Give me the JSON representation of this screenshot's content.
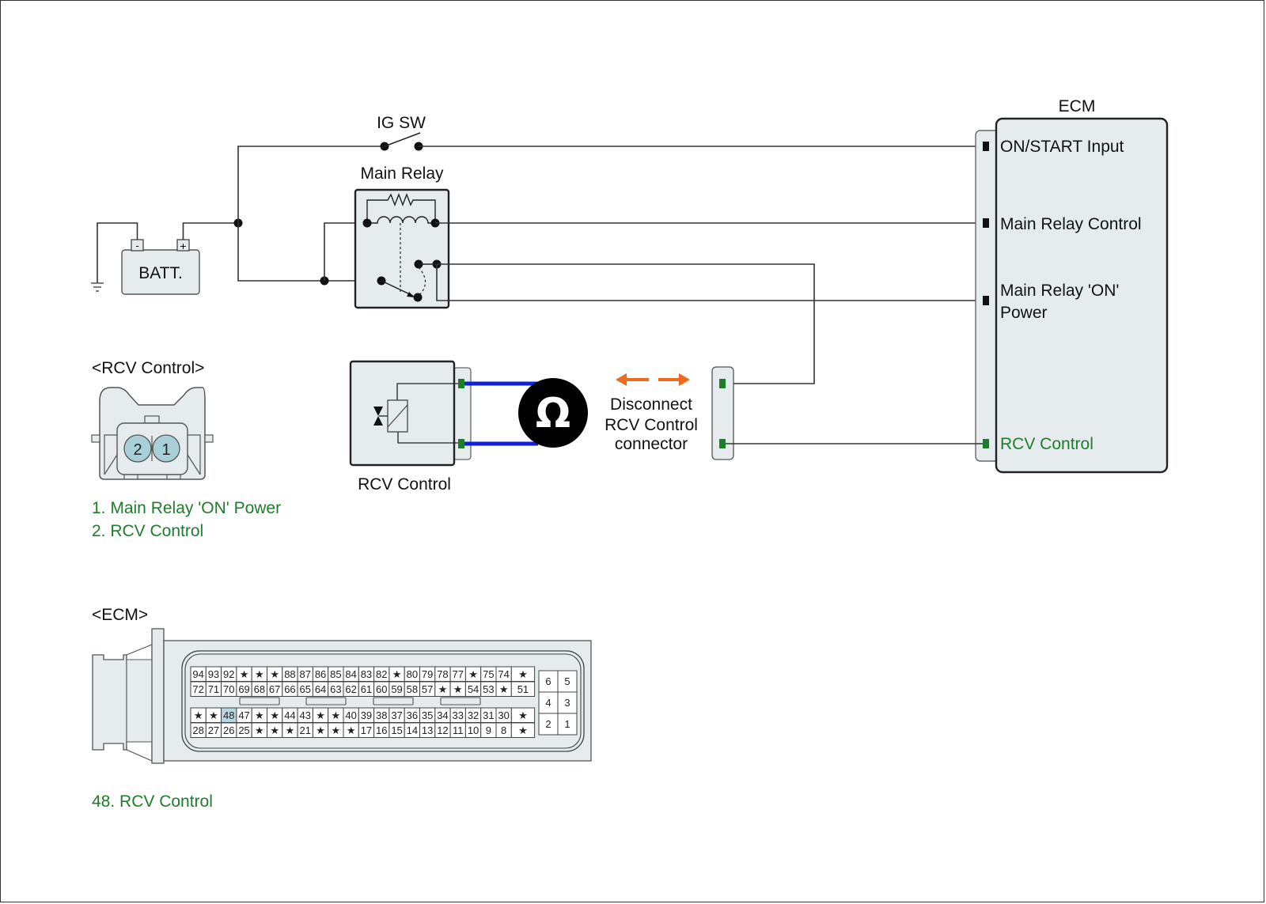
{
  "diagram": {
    "ig_switch_label": "IG SW",
    "main_relay_label": "Main Relay",
    "battery_label": "BATT.",
    "battery_minus": "-",
    "battery_plus": "+",
    "ecm_label": "ECM",
    "ecm_pins": [
      {
        "label": "ON/START Input",
        "color": "#111111"
      },
      {
        "label": "Main Relay Control",
        "color": "#111111"
      },
      {
        "label_line1": "Main Relay 'ON'",
        "label_line2": "Power",
        "color": "#111111"
      },
      {
        "label": "RCV Control",
        "color": "#1e7d2a"
      }
    ],
    "rcv_component_label": "RCV Control",
    "ohmmeter_symbol": "Ω",
    "disconnect_note": [
      "Disconnect",
      "RCV Control",
      "connector"
    ],
    "wire_colors": {
      "meter_leads": "#1020e0",
      "arrows": "#f06a1e",
      "pin_green": "#1e7d2a"
    }
  },
  "rcv_connector": {
    "title": "<RCV Control>",
    "pins": [
      "2",
      "1"
    ],
    "legend": [
      "1. Main Relay 'ON' Power",
      "2. RCV Control"
    ]
  },
  "ecm_connector": {
    "title": "<ECM>",
    "highlight_pin": "48",
    "highlight_color": "#b7d6e0",
    "rows": [
      [
        "94",
        "93",
        "92",
        "★",
        "★",
        "★",
        "88",
        "87",
        "86",
        "85",
        "84",
        "83",
        "82",
        "★",
        "80",
        "79",
        "78",
        "77",
        "★",
        "75",
        "74",
        "★"
      ],
      [
        "72",
        "71",
        "70",
        "69",
        "68",
        "67",
        "66",
        "65",
        "64",
        "63",
        "62",
        "61",
        "60",
        "59",
        "58",
        "57",
        "★",
        "★",
        "54",
        "53",
        "★",
        "51"
      ],
      [
        "★",
        "★",
        "48",
        "47",
        "★",
        "★",
        "44",
        "43",
        "★",
        "★",
        "40",
        "39",
        "38",
        "37",
        "36",
        "35",
        "34",
        "33",
        "32",
        "31",
        "30",
        "★"
      ],
      [
        "28",
        "27",
        "26",
        "25",
        "★",
        "★",
        "★",
        "21",
        "★",
        "★",
        "★",
        "17",
        "16",
        "15",
        "14",
        "13",
        "12",
        "11",
        "10",
        "9",
        "8",
        "★"
      ]
    ],
    "side_block": [
      [
        "6",
        "5"
      ],
      [
        "4",
        "3"
      ],
      [
        "2",
        "1"
      ]
    ],
    "legend": [
      "48. RCV Control"
    ]
  }
}
